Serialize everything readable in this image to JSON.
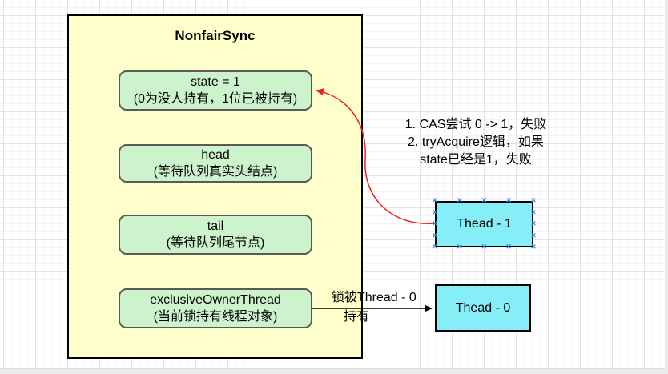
{
  "diagram": {
    "container": {
      "title": "NonfairSync",
      "fields": [
        {
          "name": "state = 1",
          "desc": "(0为没人持有，1位已被持有)"
        },
        {
          "name": "head",
          "desc": "(等待队列真实头结点)"
        },
        {
          "name": "tail",
          "desc": "(等待队列尾节点)"
        },
        {
          "name": "exclusiveOwnerThread",
          "desc": "(当前锁持有线程对象)"
        }
      ]
    },
    "threads": [
      {
        "label": "Thead - 1"
      },
      {
        "label": "Thead - 0"
      }
    ],
    "annotation": {
      "line1": "1. CAS尝试 0 -> 1，失败",
      "line2": "2. tryAcquire逻辑，如果",
      "line3": "state已经是1，失败"
    },
    "edge_label": {
      "line1": "锁被Thread - 0",
      "line2": "持有"
    }
  },
  "icons": {
    "connection_point_glyph": "×"
  },
  "colors": {
    "container_fill": "#FFFFCC",
    "field_fill": "#CDF3CD",
    "field_border": "#595959",
    "thread_fill": "#86EEF7",
    "arrow_black": "#000000",
    "arrow_red": "#EE2222",
    "handle_blue": "#2E86E0"
  }
}
